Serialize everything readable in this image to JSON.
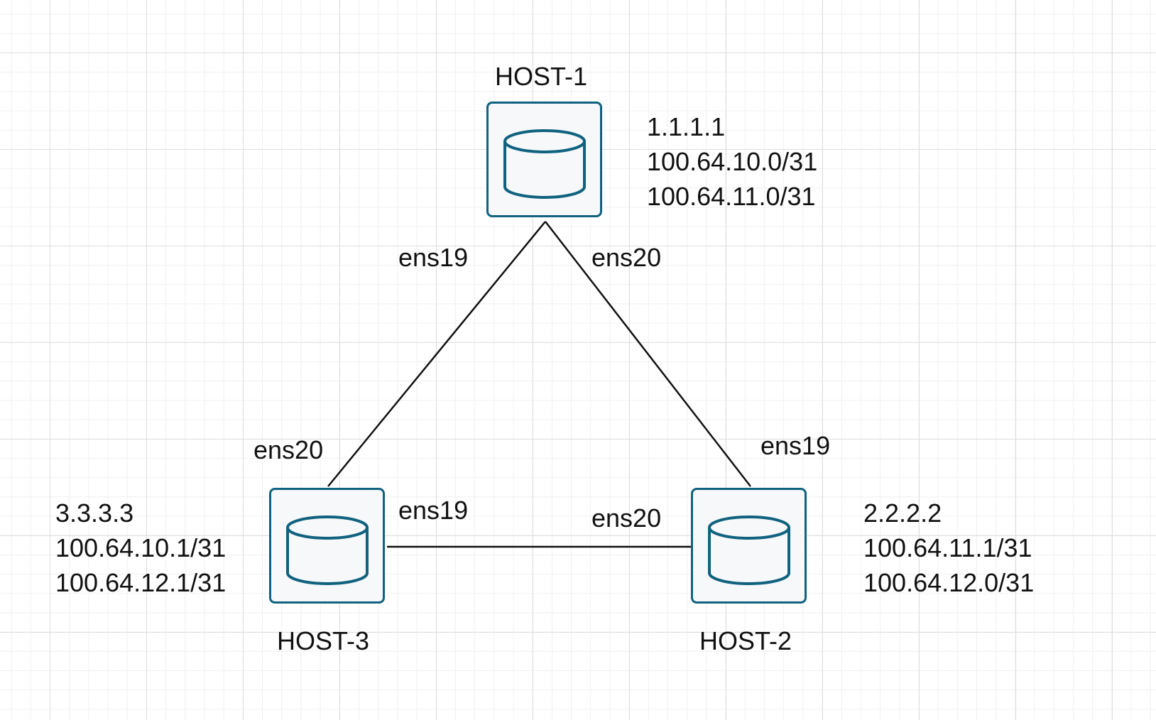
{
  "hosts": {
    "host1": {
      "name": "HOST-1",
      "addresses": [
        "1.1.1.1",
        "100.64.10.0/31",
        "100.64.11.0/31"
      ],
      "icon": "database-icon"
    },
    "host2": {
      "name": "HOST-2",
      "addresses": [
        "2.2.2.2",
        "100.64.11.1/31",
        "100.64.12.0/31"
      ],
      "icon": "database-icon"
    },
    "host3": {
      "name": "HOST-3",
      "addresses": [
        "3.3.3.3",
        "100.64.10.1/31",
        "100.64.12.1/31"
      ],
      "icon": "database-icon"
    }
  },
  "links": [
    {
      "from": "HOST-1",
      "to": "HOST-3",
      "from_interface": "ens19",
      "to_interface": "ens20"
    },
    {
      "from": "HOST-1",
      "to": "HOST-2",
      "from_interface": "ens20",
      "to_interface": "ens19"
    },
    {
      "from": "HOST-3",
      "to": "HOST-2",
      "from_interface": "ens19",
      "to_interface": "ens20"
    }
  ],
  "colors": {
    "node_border": "#10627f",
    "node_fill": "#f6f8fa",
    "link": "#111111",
    "grid_major": "#dedede",
    "grid_minor": "#f0f0f0"
  }
}
